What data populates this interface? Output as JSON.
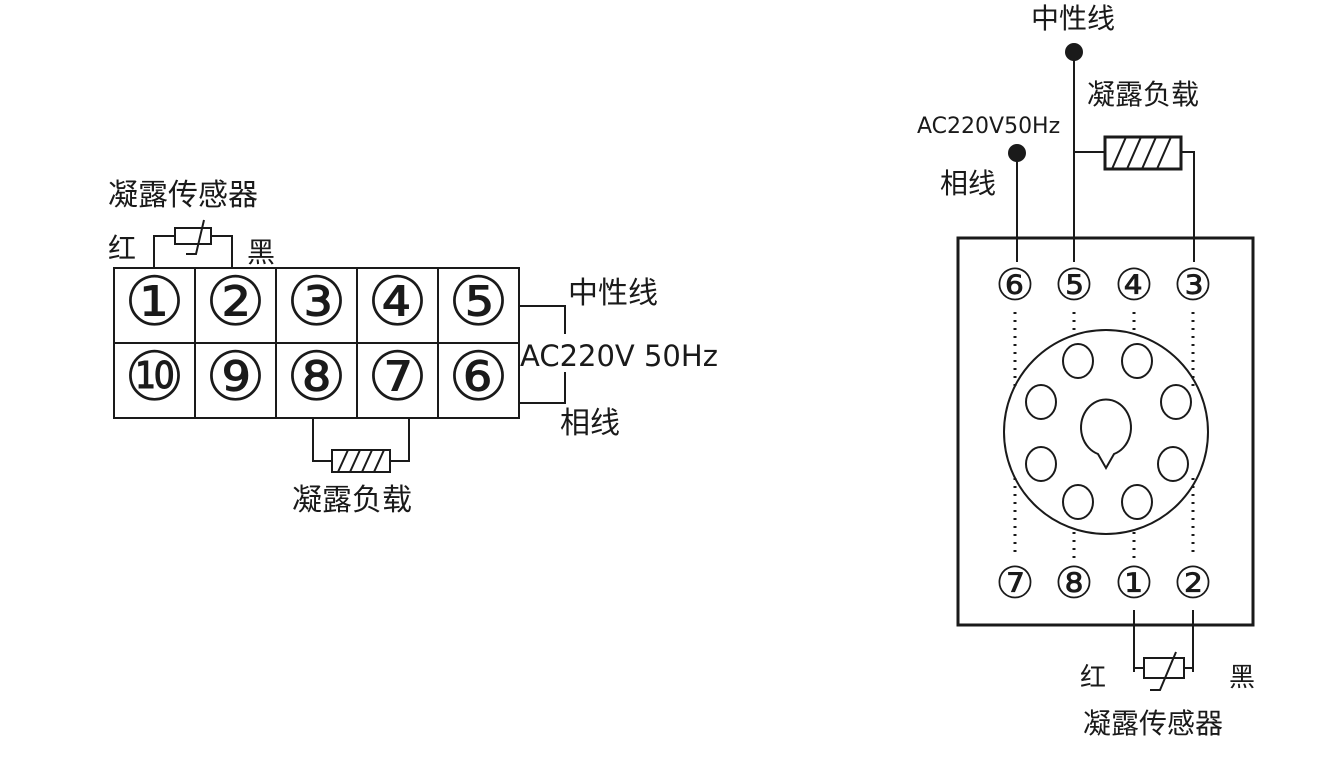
{
  "left_diagram": {
    "sensor_label": "凝露传感器",
    "red_label": "红",
    "black_label": "黑",
    "terminals_top": [
      "①",
      "②",
      "③",
      "④",
      "⑤"
    ],
    "terminals_bottom": [
      "⑩",
      "⑨",
      "⑧",
      "⑦",
      "⑥"
    ],
    "neutral_label": "中性线",
    "supply_label": "AC220V 50Hz",
    "phase_label": "相线",
    "load_label": "凝露负载"
  },
  "right_diagram": {
    "neutral_label": "中性线",
    "load_label": "凝露负载",
    "supply_label": "AC220V50Hz",
    "phase_label": "相线",
    "pins_top": [
      "⑥",
      "⑤",
      "④",
      "③"
    ],
    "pins_bottom": [
      "⑦",
      "⑧",
      "①",
      "②"
    ],
    "red_label": "红",
    "black_label": "黑",
    "sensor_label": "凝露传感器"
  }
}
